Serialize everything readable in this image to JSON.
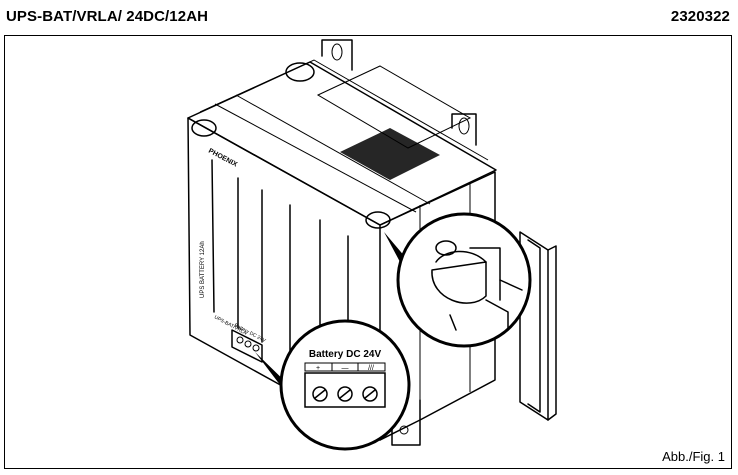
{
  "header": {
    "product": "UPS-BAT/VRLA/ 24DC/12AH",
    "order_no": "2320322"
  },
  "figure": {
    "caption": "Abb./Fig. 1",
    "connector_label": "Battery DC 24V",
    "terminal_plus": "+",
    "terminal_minus": "—",
    "terminal_sense": "///",
    "side_label": "UPS BATTERY 12Ah",
    "brand_mark": "PHOENIX",
    "front_small_text_1": "UPS-BAT/VRLA",
    "front_small_text_2": "Battery DC 24V"
  }
}
